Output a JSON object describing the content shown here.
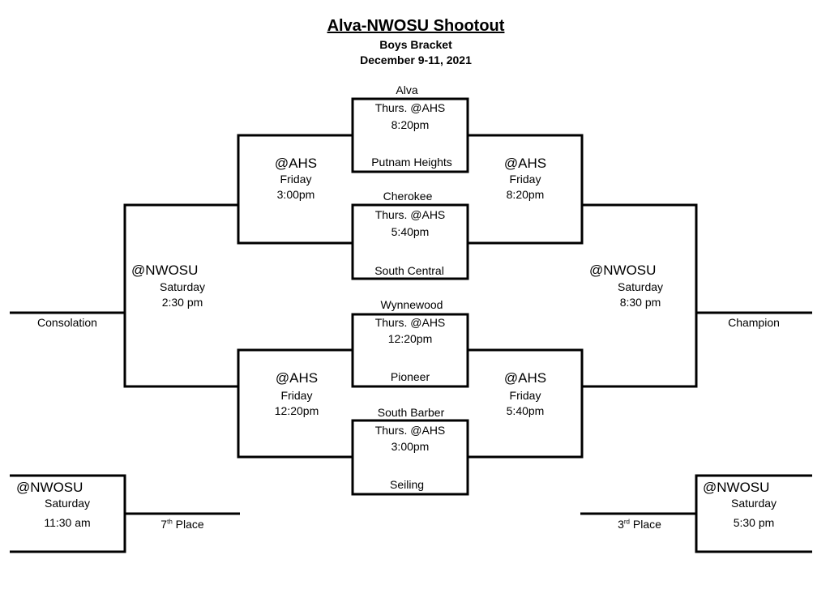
{
  "header": {
    "title": "Alva-NWOSU Shootout",
    "subtitle": "Boys Bracket",
    "dates": "December 9-11, 2021"
  },
  "first_round": [
    {
      "top_team": "Alva",
      "site": "Thurs. @AHS",
      "time": "8:20pm",
      "bottom_team": "Putnam Heights"
    },
    {
      "top_team": "Cherokee",
      "site": "Thurs. @AHS",
      "time": "5:40pm",
      "bottom_team": "South Central"
    },
    {
      "top_team": "Wynnewood",
      "site": "Thurs. @AHS",
      "time": "12:20pm",
      "bottom_team": "Pioneer"
    },
    {
      "top_team": "South Barber",
      "site": "Thurs. @AHS",
      "time": "3:00pm",
      "bottom_team": "Seiling"
    }
  ],
  "consolation_side": {
    "upper": {
      "site": "@AHS",
      "day": "Friday",
      "time": "3:00pm"
    },
    "lower": {
      "site": "@AHS",
      "day": "Friday",
      "time": "12:20pm"
    },
    "final": {
      "site": "@NWOSU",
      "day": "Saturday",
      "time": "2:30 pm"
    },
    "label": "Consolation"
  },
  "championship_side": {
    "upper": {
      "site": "@AHS",
      "day": "Friday",
      "time": "8:20pm"
    },
    "lower": {
      "site": "@AHS",
      "day": "Friday",
      "time": "5:40pm"
    },
    "final": {
      "site": "@NWOSU",
      "day": "Saturday",
      "time": "8:30 pm"
    },
    "label": "Champion"
  },
  "seventh_place": {
    "site": "@NWOSU",
    "day": "Saturday",
    "time": "11:30 am",
    "label_num": "7",
    "label_sup": "th",
    "label_text": "Place"
  },
  "third_place": {
    "site": "@NWOSU",
    "day": "Saturday",
    "time": "5:30 pm",
    "label_num": "3",
    "label_sup": "rd",
    "label_text": "Place"
  }
}
